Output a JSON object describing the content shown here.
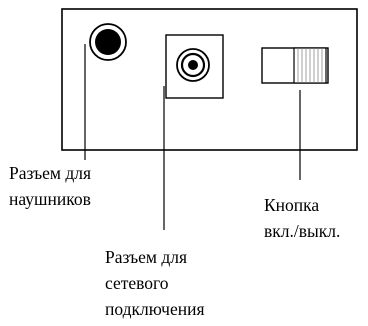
{
  "diagram": {
    "labels": {
      "headphone_jack": [
        "Разъем для",
        "наушников"
      ],
      "power_jack": [
        "Разъем для",
        "сетевого",
        "подключения"
      ],
      "power_button": [
        "Кнопка",
        "вкл./выкл."
      ]
    },
    "colors": {
      "stroke": "#000000",
      "background": "#ffffff",
      "fill": "#000000"
    }
  }
}
